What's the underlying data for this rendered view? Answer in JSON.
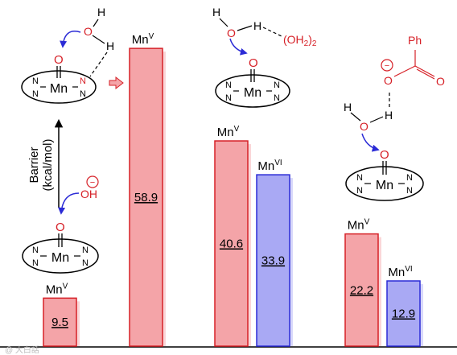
{
  "chart_data": {
    "type": "bar",
    "ylabel_lines": [
      "Barrier",
      "(kcal/mol)"
    ],
    "ylim": [
      0,
      62
    ],
    "grid": false,
    "bars": [
      {
        "label_main": "Mn",
        "label_sup": "V",
        "value": 9.5,
        "value_label": "9.5",
        "color": "#f4a4a8",
        "stroke": "#d62027"
      },
      {
        "label_main": "Mn",
        "label_sup": "V",
        "value": 58.9,
        "value_label": "58.9",
        "color": "#f4a4a8",
        "stroke": "#d62027"
      },
      {
        "label_main": "Mn",
        "label_sup": "V",
        "value": 40.6,
        "value_label": "40.6",
        "color": "#f4a4a8",
        "stroke": "#d62027"
      },
      {
        "label_main": "Mn",
        "label_sup": "VI",
        "value": 33.9,
        "value_label": "33.9",
        "color": "#a9a9f4",
        "stroke": "#2b2bd6"
      },
      {
        "label_main": "Mn",
        "label_sup": "V",
        "value": 22.2,
        "value_label": "22.2",
        "color": "#f4a4a8",
        "stroke": "#d62027"
      },
      {
        "label_main": "Mn",
        "label_sup": "VI",
        "value": 12.9,
        "value_label": "12.9",
        "color": "#a9a9f4",
        "stroke": "#2b2bd6"
      }
    ]
  },
  "structures": {
    "atom_H": "H",
    "atom_O": "O",
    "atom_N": "N",
    "atom_Mn": "Mn",
    "water_cluster": "(OH",
    "water_cluster_sub": "2",
    "water_cluster_close": ")",
    "water_cluster_sub2": "2",
    "phenyl": "Ph",
    "minus_sign": "−",
    "hydroxide": "OH"
  },
  "watermark": "@ 大白話",
  "colors": {
    "red": "#d62027",
    "blue": "#2b2bd6",
    "black": "#000000"
  }
}
